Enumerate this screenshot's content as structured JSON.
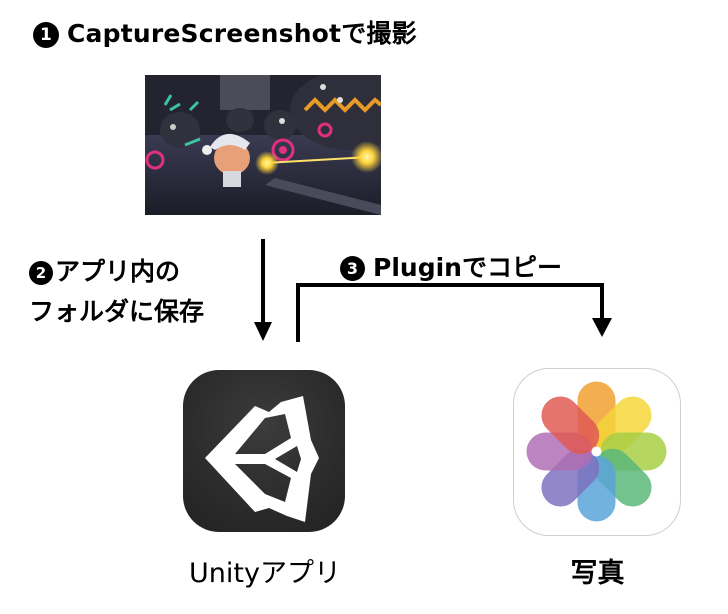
{
  "steps": {
    "step1": {
      "number": "1",
      "label": "CaptureScreenshotで撮影"
    },
    "step2": {
      "number": "2",
      "line1": "アプリ内の",
      "line2": "フォルダに保存"
    },
    "step3": {
      "number": "3",
      "label": "Pluginでコピー"
    }
  },
  "screenshot": {
    "description": "game-screenshot"
  },
  "apps": {
    "unity": {
      "label": "Unityアプリ",
      "icon": "unity-logo-icon",
      "color": "#2b2b2b"
    },
    "photos": {
      "label": "写真",
      "icon": "photos-flower-icon",
      "color": "#ffffff"
    }
  },
  "colors": {
    "text": "#000000",
    "arrow": "#000000",
    "background": "#ffffff",
    "petals": [
      "#f0a030",
      "#f5d63a",
      "#a8cf45",
      "#5cb87a",
      "#5aa5d8",
      "#7e72bf",
      "#b06fb5",
      "#e05a55"
    ]
  }
}
